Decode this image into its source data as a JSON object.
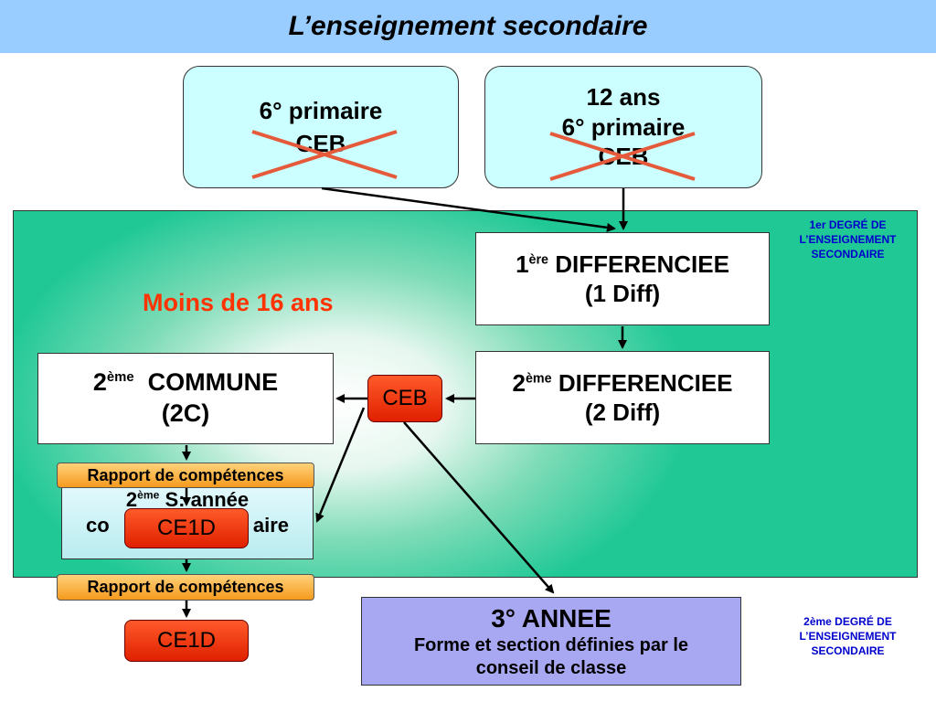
{
  "title": "L’enseignement secondaire",
  "box_primaire": {
    "line1": "6° primaire",
    "line2": "CEB"
  },
  "box_12ans": {
    "line1": "12 ans",
    "line2": "6° primaire",
    "line3": "CEB"
  },
  "age_label": "Moins de 16 ans",
  "first_degree_note": {
    "line1": "1er DEGRÉ DE",
    "line2": "L’ENSEIGNEMENT",
    "line3": "SECONDAIRE"
  },
  "box_1d": {
    "ordinal": "1",
    "sup": "ère",
    "line1": "DIFFERENCIEE",
    "line2": "(1 Diff)"
  },
  "box_2d": {
    "ordinal": "2",
    "sup": "ème",
    "line1": "DIFFERENCIEE",
    "line2": "(2 Diff)"
  },
  "box_2c": {
    "ordinal": "2",
    "sup": "ème",
    "line1": "COMMUNE",
    "line2": "(2C)"
  },
  "ceb_badge": "CEB",
  "box_2s": {
    "ordinal": "2",
    "sup": "ème",
    "line1": "S",
    "line1_rest": ": année",
    "line2_start": "co",
    "line2_end": "aire"
  },
  "rapport_1": "Rapport de compétences",
  "ce1d_1": "CE1D",
  "rapport_2": "Rapport de compétences",
  "ce1d_2": "CE1D",
  "box_3": {
    "line1": "3° ANNEE",
    "line2": "Forme et section définies par le",
    "line3": "conseil de classe"
  },
  "second_degree_note": {
    "line1": "2ème DEGRÉ DE",
    "line2": "L’ENSEIGNEMENT",
    "line3": "SECONDAIRE"
  },
  "colors": {
    "title_bar": "#99ccff",
    "panel_green": "#20c896",
    "light_cyan_box": "#ccffff",
    "lavender_box": "#a8a8f2",
    "cross_red": "#e55a3a",
    "age_label_red": "#ff3300",
    "note_blue": "#0000cc",
    "rapport_orange": "#f59a1e",
    "badge_red": "#e02000"
  }
}
